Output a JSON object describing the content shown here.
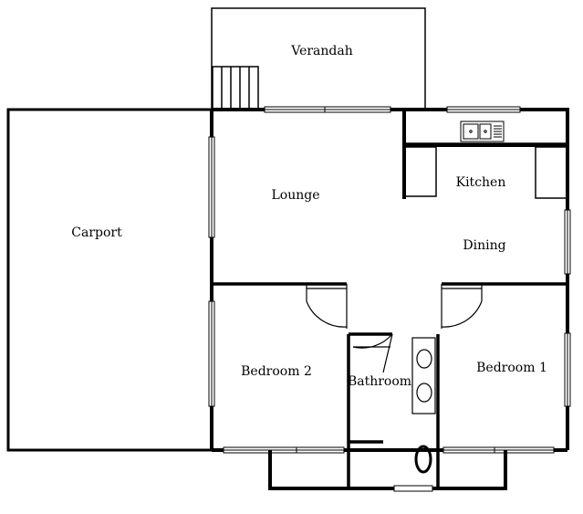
{
  "plan": {
    "rooms": {
      "verandah": "Verandah",
      "carport": "Carport",
      "lounge": "Lounge",
      "kitchen": "Kitchen",
      "dining": "Dining",
      "bedroom2": "Bedroom 2",
      "bathroom": "Bathroom",
      "bedroom1": "Bedroom 1"
    }
  }
}
